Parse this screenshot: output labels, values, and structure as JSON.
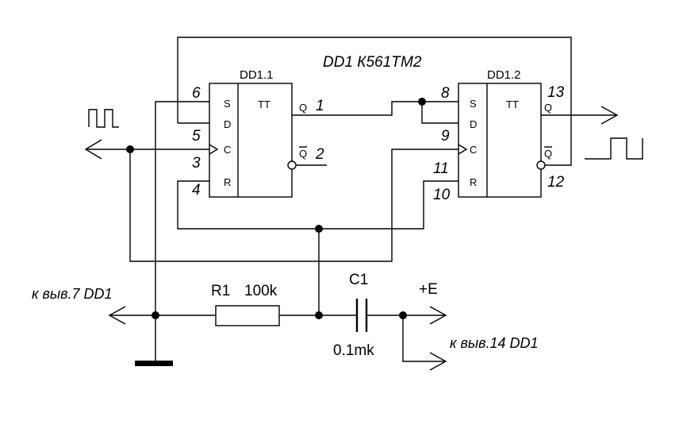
{
  "title": "DD1 К561ТМ2",
  "chips": [
    {
      "name": "DD1.1",
      "func": "TT",
      "inputs": [
        "S",
        "D",
        "C",
        "R"
      ],
      "out_q": "Q",
      "out_qbar": "Q"
    },
    {
      "name": "DD1.2",
      "func": "TT",
      "inputs": [
        "S",
        "D",
        "C",
        "R"
      ],
      "out_q": "Q",
      "out_qbar": "Q"
    }
  ],
  "pins": {
    "p6": "6",
    "p5": "5",
    "p3": "3",
    "p4": "4",
    "p1": "1",
    "p2": "2",
    "p8": "8",
    "p9": "9",
    "p11": "11",
    "p10": "10",
    "p13": "13",
    "p12": "12"
  },
  "resistor": {
    "ref": "R1",
    "value": "100k"
  },
  "capacitor": {
    "ref": "C1",
    "value": "0.1mk"
  },
  "supply": "+E",
  "notes": {
    "gnd": "к выв.7 DD1",
    "vcc": "к выв.14 DD1"
  },
  "colors": {
    "line": "#000000",
    "background": "#ffffff"
  }
}
